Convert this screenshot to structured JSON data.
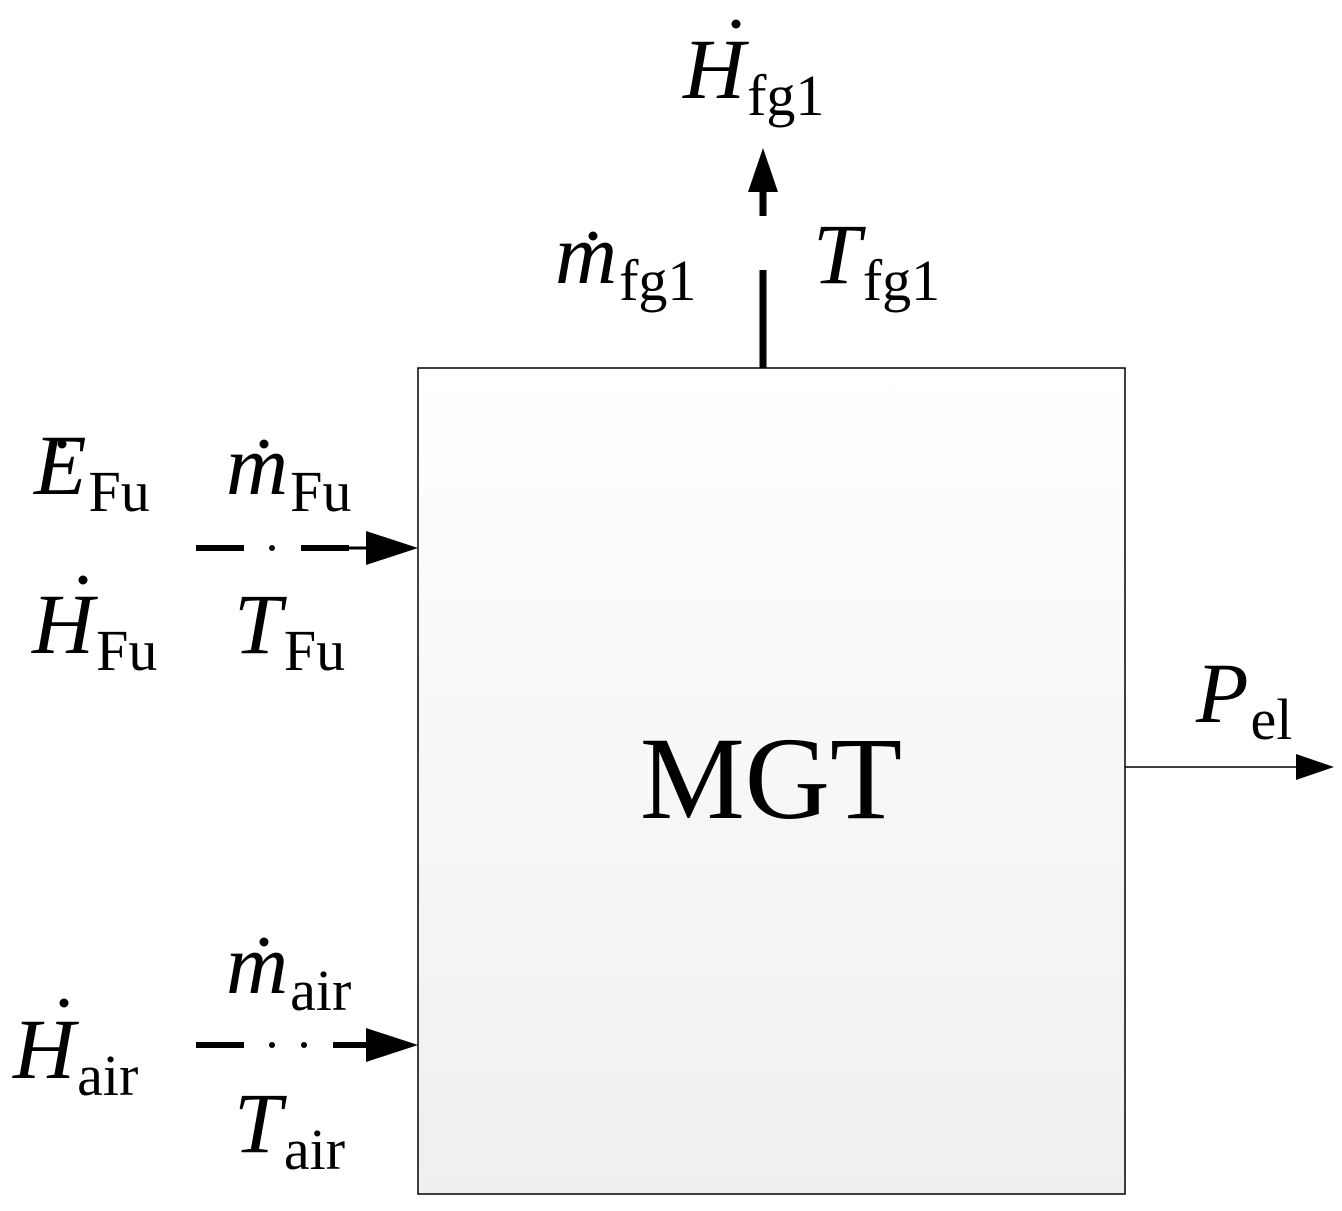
{
  "block": {
    "label": "MGT"
  },
  "exhaust": {
    "enthalpy": {
      "symbol": "H",
      "subscript": "fg1"
    },
    "mass_flow": {
      "symbol": "m",
      "subscript": "fg1"
    },
    "temperature": {
      "symbol": "T",
      "subscript": "fg1"
    }
  },
  "fuel": {
    "energy": {
      "symbol": "E",
      "subscript": "Fu"
    },
    "mass_flow": {
      "symbol": "m",
      "subscript": "Fu"
    },
    "enthalpy": {
      "symbol": "H",
      "subscript": "Fu"
    },
    "temperature": {
      "symbol": "T",
      "subscript": "Fu"
    }
  },
  "air": {
    "mass_flow": {
      "symbol": "m",
      "subscript": "air"
    },
    "enthalpy": {
      "symbol": "H",
      "subscript": "air"
    },
    "temperature": {
      "symbol": "T",
      "subscript": "air"
    }
  },
  "power": {
    "symbol": "P",
    "subscript": "el"
  }
}
